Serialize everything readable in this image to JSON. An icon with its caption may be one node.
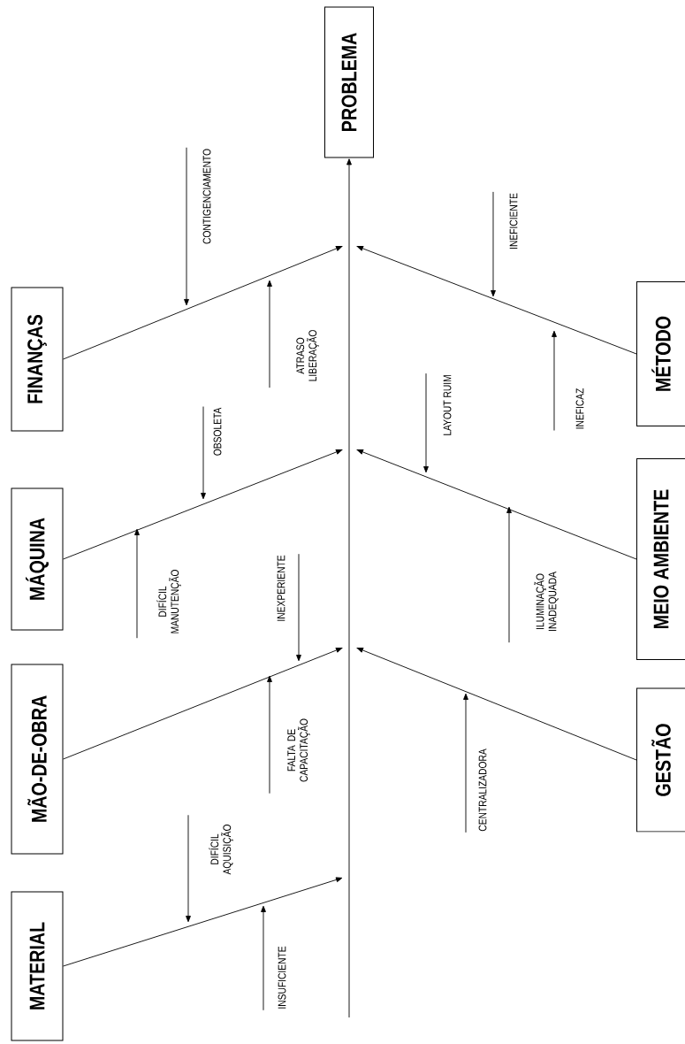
{
  "diagram": {
    "nodes": [
      {
        "text": [
          "PROBLEMA"
        ]
      },
      {
        "text": [
          "FINANÇAS"
        ]
      },
      {
        "text": [
          "MÁQUINA"
        ]
      },
      {
        "text": [
          "MÃO-DE-OBRA"
        ]
      },
      {
        "text": [
          "MATERIAL"
        ]
      },
      {
        "text": [
          "MÉTODO"
        ]
      },
      {
        "text": [
          "MEIO AMBIENTE"
        ]
      },
      {
        "text": [
          "GESTÃO"
        ]
      },
      {
        "text": [
          "CONTIGENCIAMENTO"
        ]
      },
      {
        "text": [
          "ATRASO LIBERAÇÃO"
        ]
      },
      {
        "text": [
          "OBSOLETA"
        ]
      },
      {
        "text": [
          "DIFÍCIL MANUTENÇÃO"
        ]
      },
      {
        "text": [
          "INEXPERIENTE"
        ]
      },
      {
        "text": [
          "FALTA DE CAPACITAÇÃO"
        ]
      },
      {
        "text": [
          "DIFÍCIL AQUISIÇÃO"
        ]
      },
      {
        "text": [
          "INSUFICIENTE"
        ]
      },
      {
        "text": [
          "INEFICIENTE"
        ]
      },
      {
        "text": [
          "INEFICAZ"
        ]
      },
      {
        "text": [
          "LAYOUT RUIM"
        ]
      },
      {
        "text": [
          "ILUMINAÇÃO INADEQUADA"
        ]
      },
      {
        "text": [
          "CENTRALIZADORA"
        ]
      }
    ],
    "edges": [
      {
        "from": null,
        "to": 0,
        "arrow": "to"
      },
      {
        "from": 1,
        "to": null,
        "arrow": "to"
      },
      {
        "from": 2,
        "to": null,
        "arrow": "to"
      },
      {
        "from": 3,
        "to": null,
        "arrow": "to"
      },
      {
        "from": 4,
        "to": null,
        "arrow": "to"
      },
      {
        "from": 5,
        "to": null,
        "arrow": "to"
      },
      {
        "from": 6,
        "to": null,
        "arrow": "to"
      },
      {
        "from": 7,
        "to": null,
        "arrow": "to"
      },
      {
        "from": 8,
        "to": null,
        "arrow": "to"
      },
      {
        "from": 9,
        "to": null,
        "arrow": "to"
      },
      {
        "from": 10,
        "to": null,
        "arrow": "to"
      },
      {
        "from": 11,
        "to": null,
        "arrow": "to"
      },
      {
        "from": 12,
        "to": null,
        "arrow": "to"
      },
      {
        "from": 13,
        "to": null,
        "arrow": "to"
      },
      {
        "from": 14,
        "to": null,
        "arrow": "to"
      },
      {
        "from": 15,
        "to": null,
        "arrow": "to"
      },
      {
        "from": 16,
        "to": null,
        "arrow": "to"
      },
      {
        "from": 17,
        "to": null,
        "arrow": "to"
      },
      {
        "from": 18,
        "to": null,
        "arrow": "to"
      },
      {
        "from": 19,
        "to": null,
        "arrow": "to"
      },
      {
        "from": 20,
        "to": null,
        "arrow": "to"
      }
    ]
  }
}
